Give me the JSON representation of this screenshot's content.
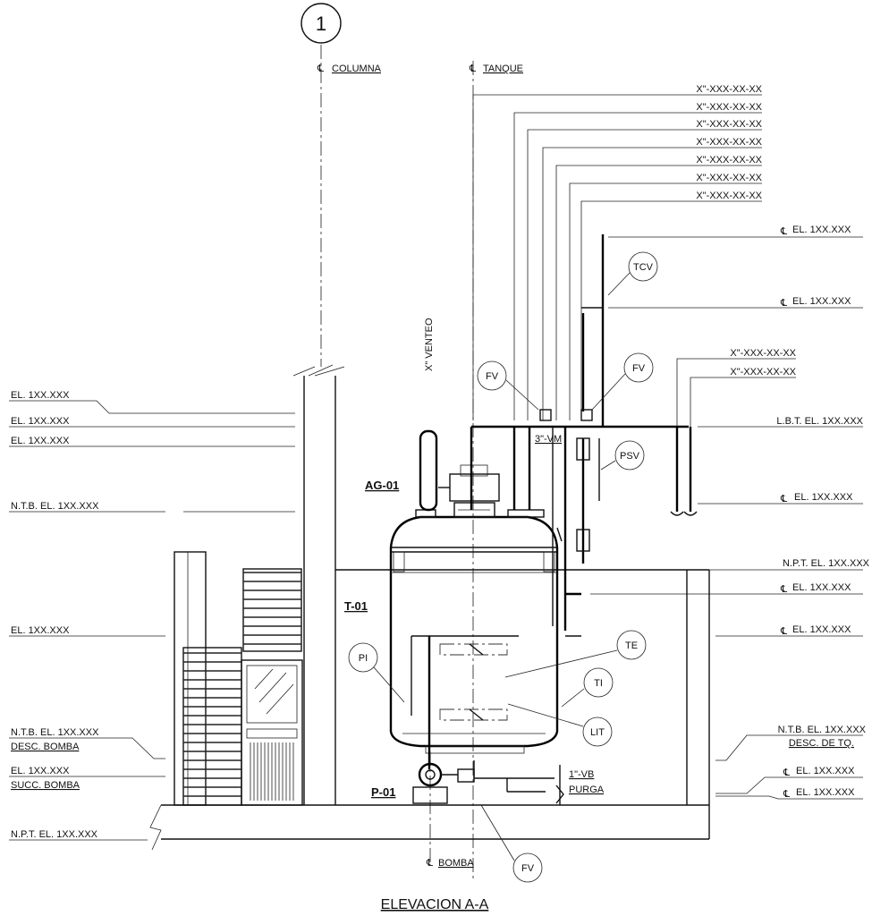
{
  "drawing": {
    "title": "ELEVACION A-A",
    "grid_bubble": "1",
    "centerlines": {
      "column": "COLUMNA",
      "tank": "TANQUE",
      "pump": "BOMBA"
    },
    "vent_label": "X\" VENTEO",
    "line_numbers": [
      "X\"-XXX-XX-XX",
      "X\"-XXX-XX-XX",
      "X\"-XXX-XX-XX",
      "X\"-XXX-XX-XX",
      "X\"-XXX-XX-XX",
      "X\"-XXX-XX-XX",
      "X\"-XXX-XX-XX"
    ],
    "right_line_numbers": [
      "X\"-XXX-XX-XX",
      "X\"-XXX-XX-XX"
    ],
    "left_elevations": [
      "EL. 1XX.XXX",
      "EL. 1XX.XXX",
      "EL. 1XX.XXX",
      "N.T.B. EL. 1XX.XXX",
      "EL. 1XX.XXX",
      "N.T.B. EL. 1XX.XXX",
      "DESC. BOMBA",
      "EL. 1XX.XXX",
      "SUCC. BOMBA",
      "N.P.T. EL. 1XX.XXX"
    ],
    "right_elevations": [
      "EL. 1XX.XXX",
      "EL. 1XX.XXX",
      "L.B.T. EL. 1XX.XXX",
      "EL. 1XX.XXX",
      "N.P.T. EL. 1XX.XXX",
      "EL. 1XX.XXX",
      "EL. 1XX.XXX",
      "N.T.B. EL. 1XX.XXX",
      "DESC. DE TQ.",
      "EL. 1XX.XXX",
      "EL. 1XX.XXX"
    ],
    "equipment_tags": {
      "agitator": "AG-01",
      "tank": "T-01",
      "pump": "P-01"
    },
    "instrument_bubbles": {
      "tcv": "TCV",
      "fv_left": "FV",
      "fv_right": "FV",
      "psv": "PSV",
      "pi": "PI",
      "te": "TE",
      "ti": "TI",
      "lit": "LIT",
      "fv_bottom": "FV"
    },
    "notes": {
      "vm": "3\"-VM",
      "vb": "1\"-VB",
      "purge": "PURGA"
    }
  }
}
